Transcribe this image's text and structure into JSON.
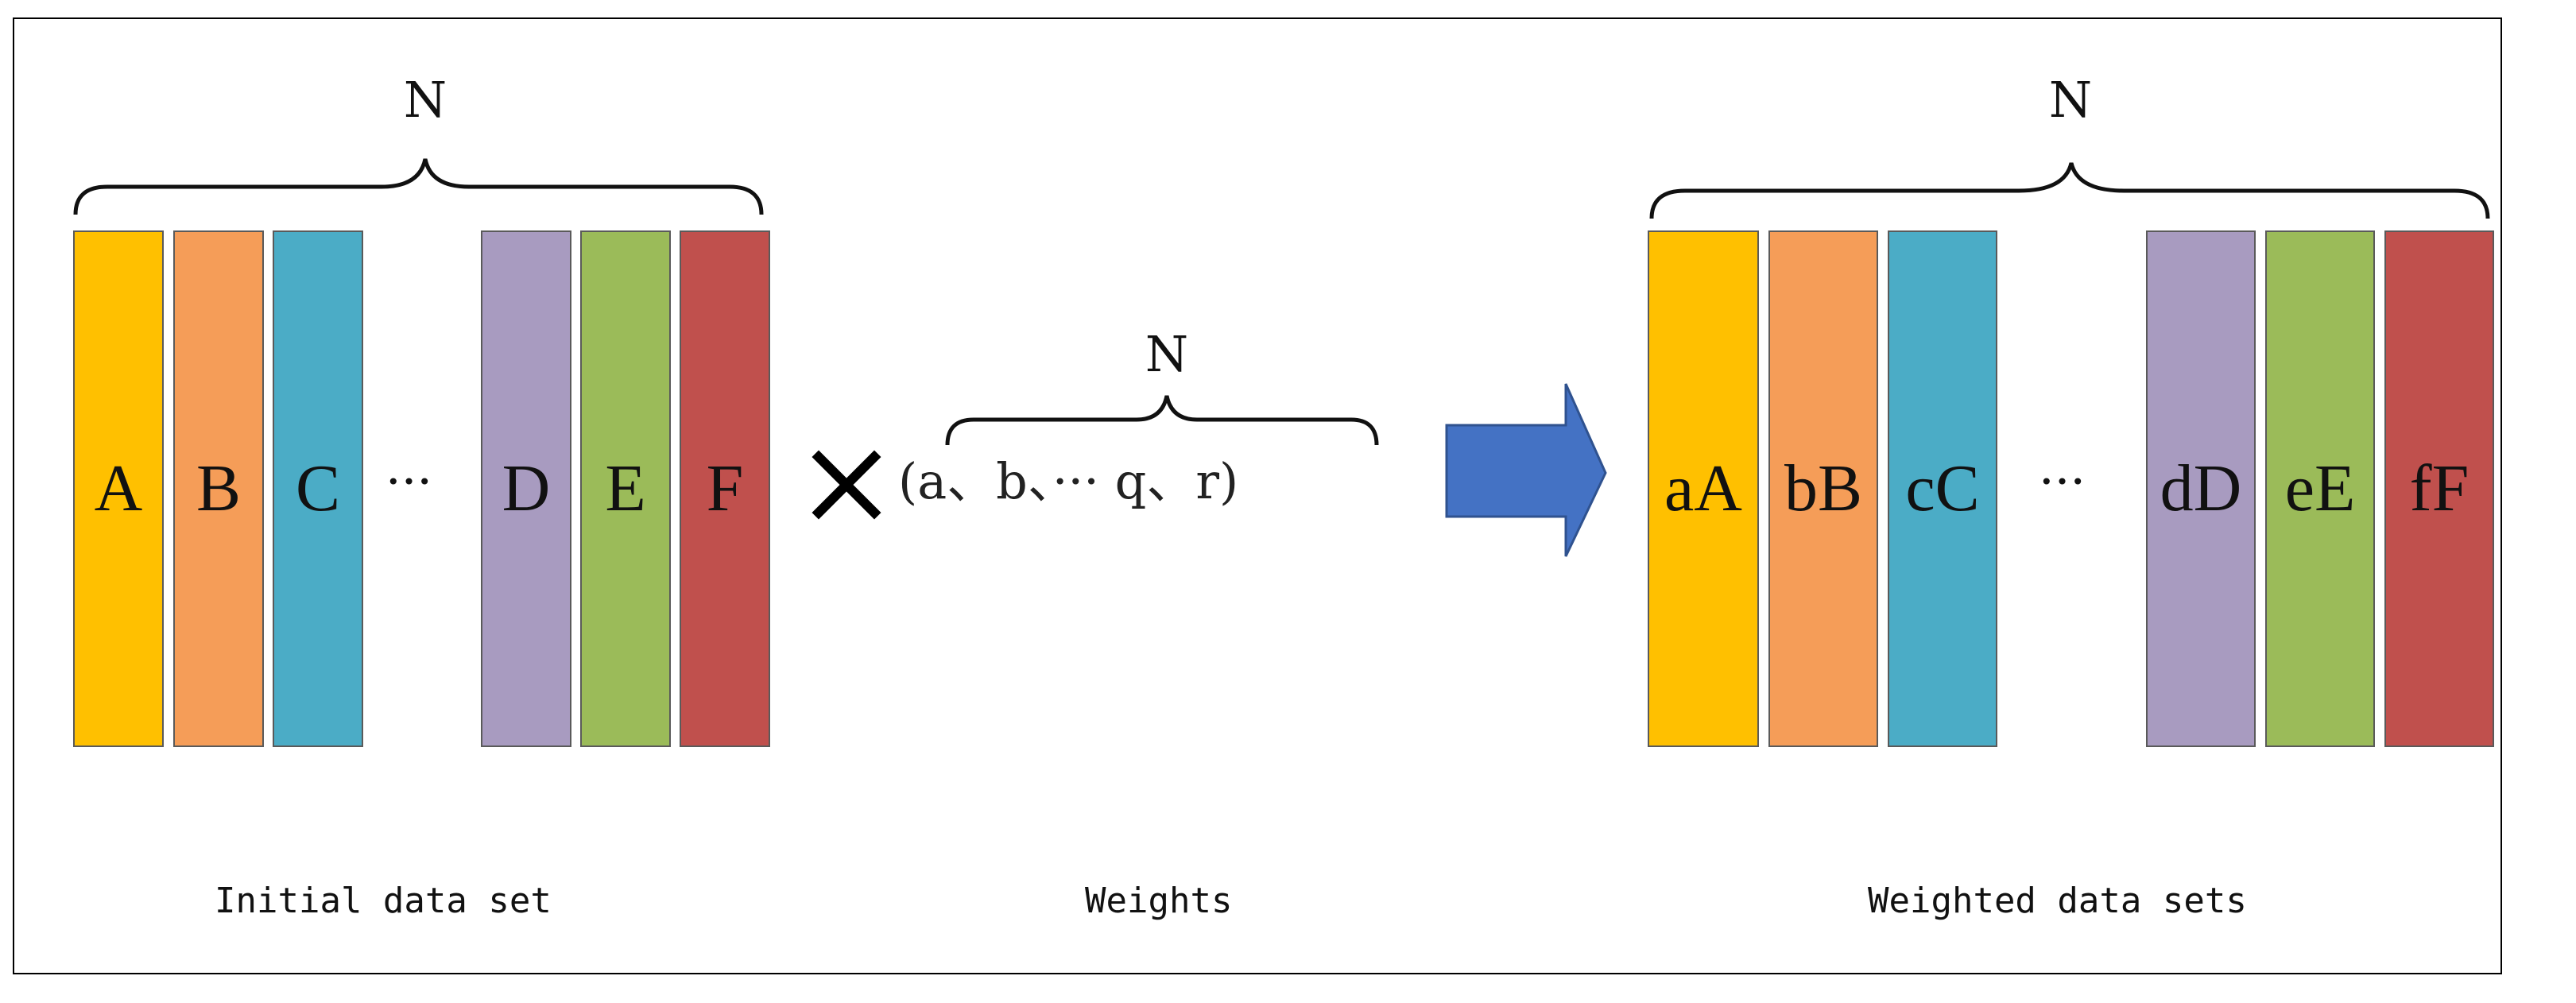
{
  "initial": {
    "n_label": "N",
    "columns": [
      {
        "label": "A",
        "color": "#FFC000"
      },
      {
        "label": "B",
        "color": "#F59D58"
      },
      {
        "label": "C",
        "color": "#4BACC6"
      },
      {
        "label": "D",
        "color": "#A89BC0"
      },
      {
        "label": "E",
        "color": "#9BBB59"
      },
      {
        "label": "F",
        "color": "#C0504D"
      }
    ],
    "ellipsis": "···",
    "caption": "Initial data set"
  },
  "operator": {
    "symbol": "×",
    "icon": "multiply-icon"
  },
  "weights": {
    "n_label": "N",
    "expression": "(a、b、··· q、r)",
    "caption": "Weights"
  },
  "arrow": {
    "icon": "right-arrow-icon",
    "color": "#4472C4"
  },
  "weighted": {
    "n_label": "N",
    "columns": [
      {
        "label": "aA",
        "color": "#FFC000"
      },
      {
        "label": "bB",
        "color": "#F59D58"
      },
      {
        "label": "cC",
        "color": "#4BACC6"
      },
      {
        "label": "dD",
        "color": "#A89BC0"
      },
      {
        "label": "eE",
        "color": "#9BBB59"
      },
      {
        "label": "fF",
        "color": "#C0504D"
      }
    ],
    "ellipsis": "···",
    "caption": "Weighted data sets"
  }
}
